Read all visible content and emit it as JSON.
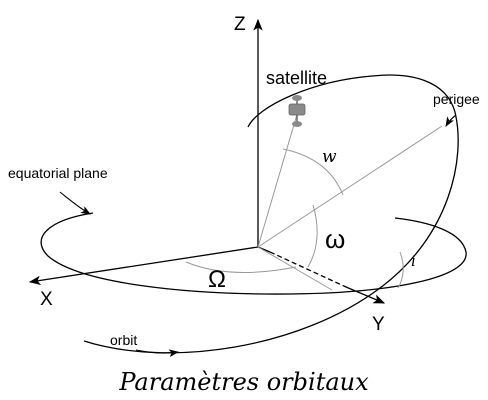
{
  "labels": {
    "z_axis": "Z",
    "x_axis": "X",
    "y_axis": "Y",
    "satellite": "satellite",
    "perigee": "perigee",
    "equatorial_plane": "equatorial plane",
    "orbit": "orbit",
    "omega_small": "ω",
    "omega_capital": "Ω",
    "w": "w",
    "i": "i"
  },
  "caption": "Paramètres orbitaux",
  "colors": {
    "ink": "#000000",
    "light_line": "#999999",
    "satellite_body": "#8a8a8a"
  }
}
